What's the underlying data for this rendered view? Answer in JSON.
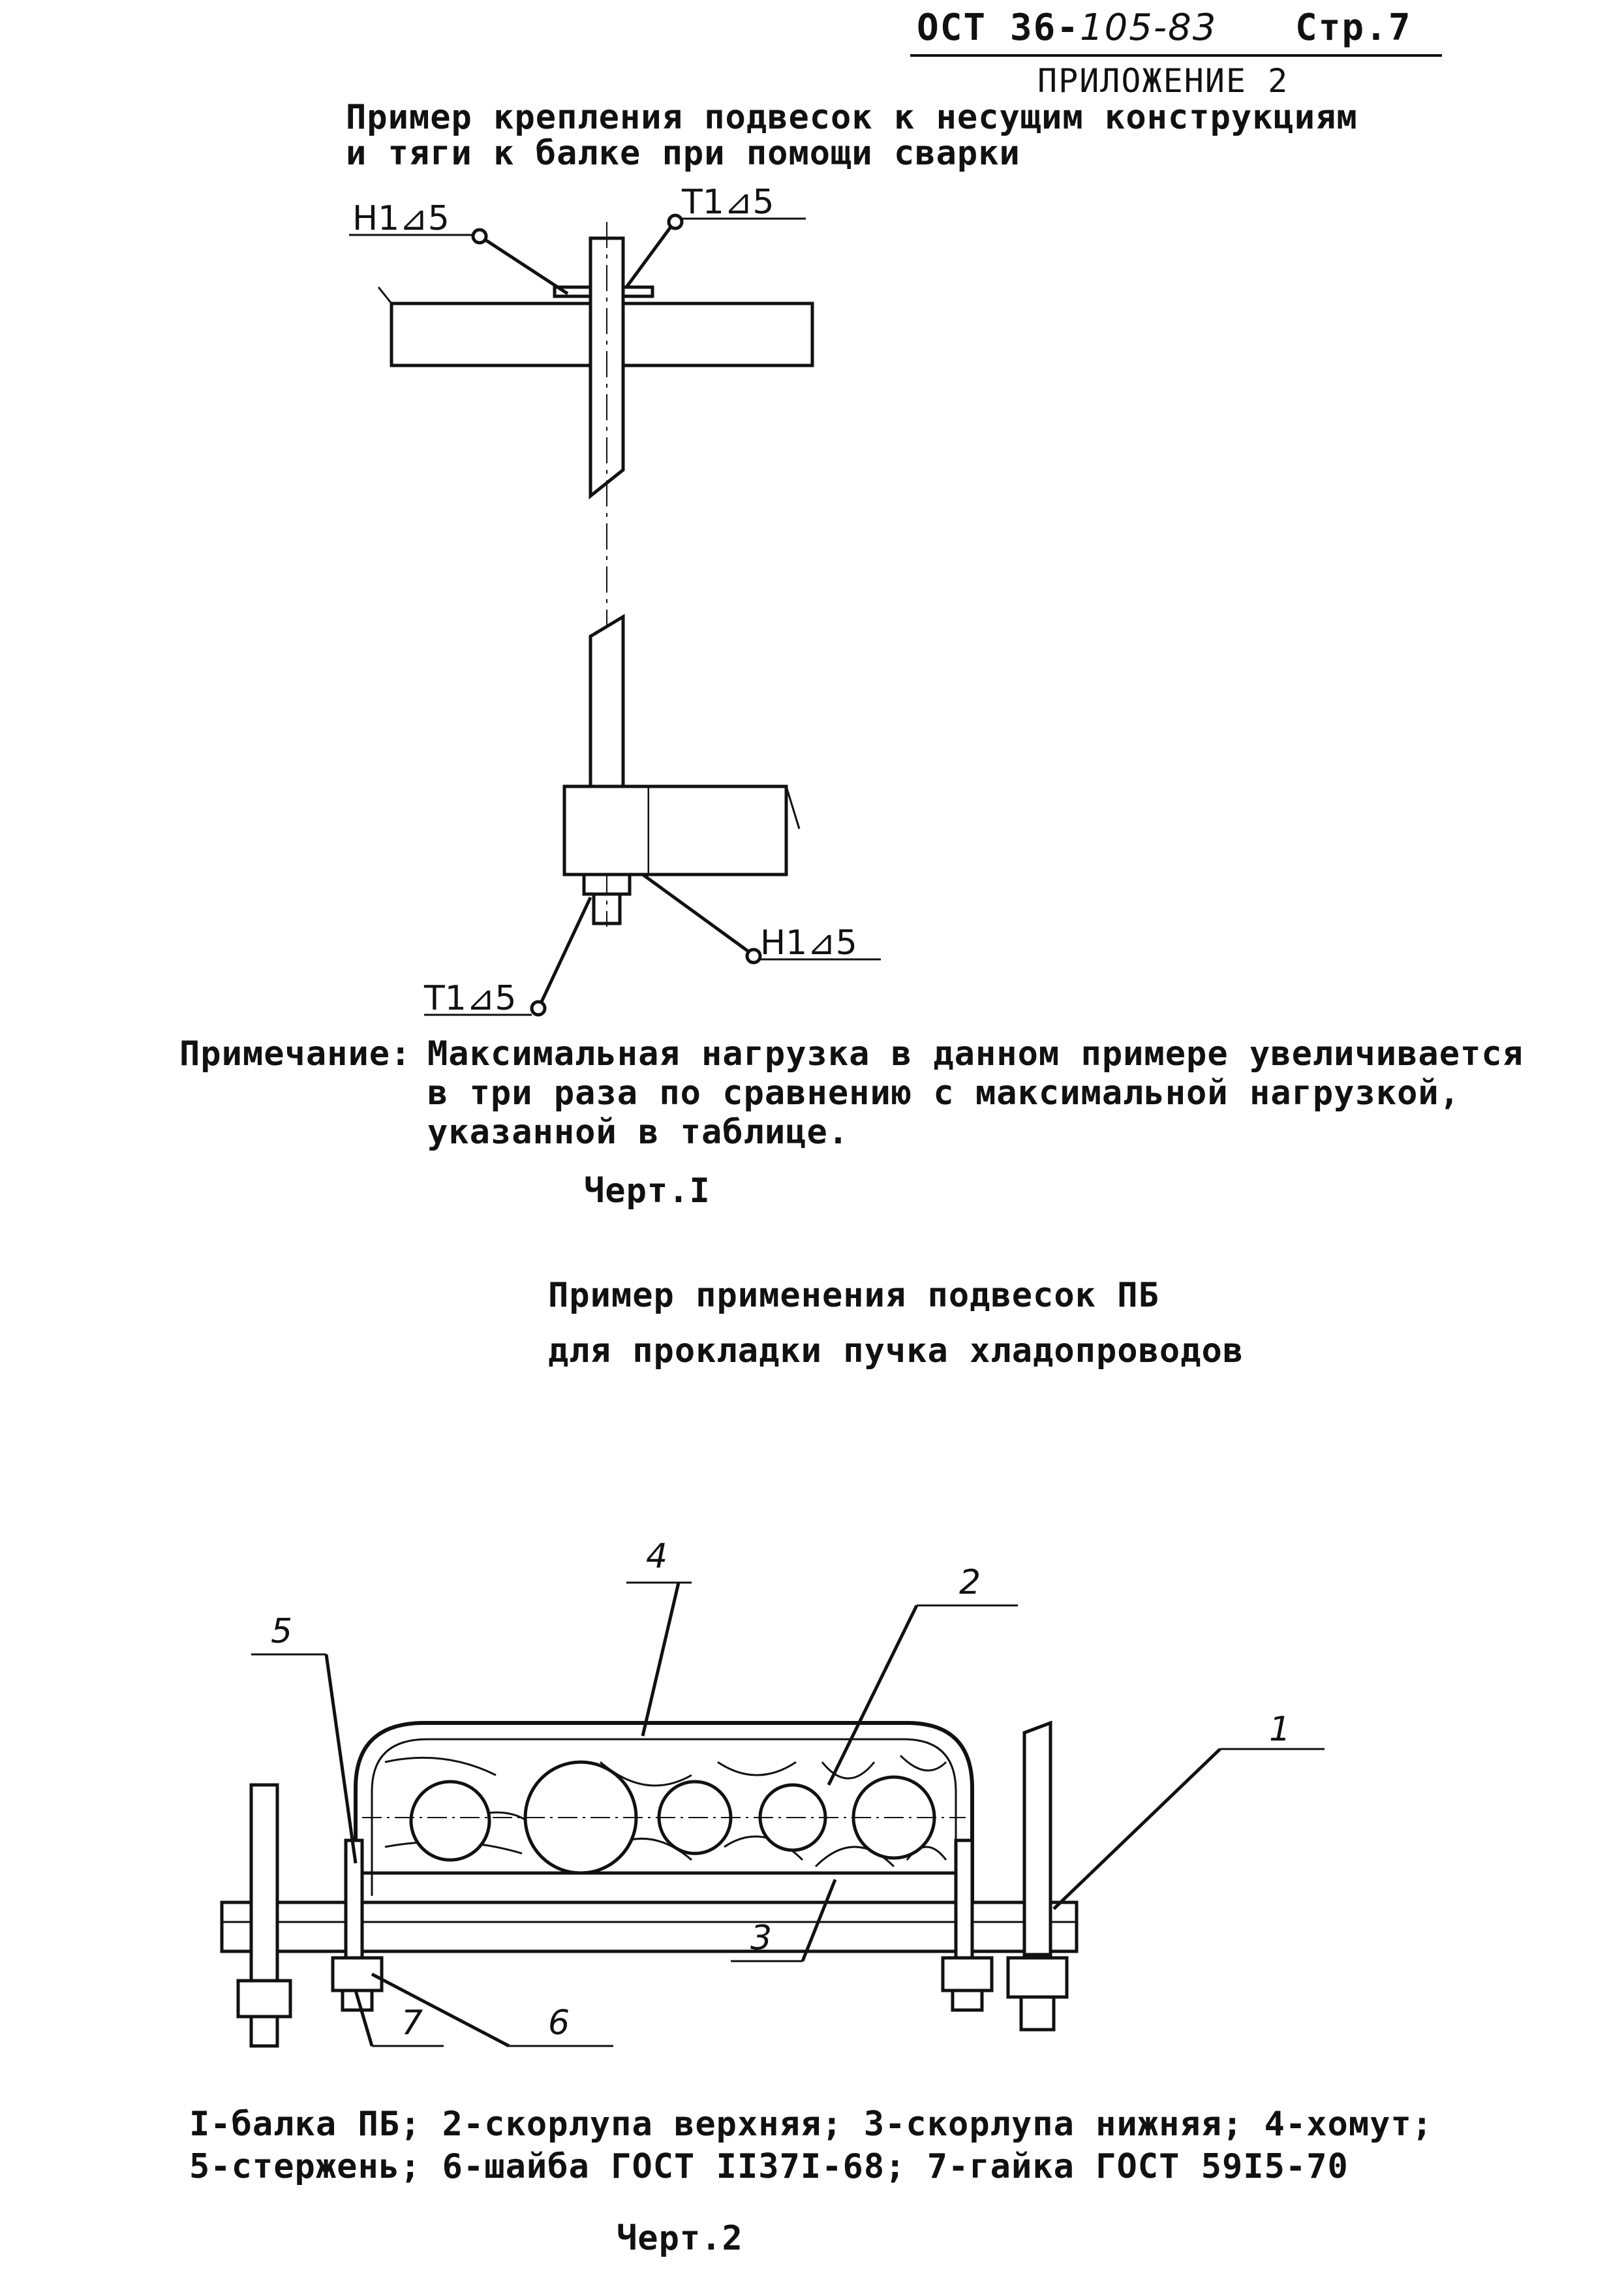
{
  "header": {
    "standard": "ОСТ 36-",
    "standard_handwritten": "105-83",
    "page_label": "Стр.",
    "page_number": "7",
    "appendix": "ПРИЛОЖЕНИЕ 2"
  },
  "figure1": {
    "title_line1": "Пример крепления подвесок к несущим конструкциям",
    "title_line2": "и тяги к балке при помощи сварки",
    "weld_labels": {
      "top_left": "Н1⊿5",
      "top_right": "Т1⊿5",
      "bottom_right": "Н1⊿5",
      "bottom_left": "Т1⊿5"
    },
    "note_label": "Примечание:",
    "note_line1": "Максимальная нагрузка в данном примере увеличивается",
    "note_line2": "в три раза по сравнению с максимальной нагрузкой,",
    "note_line3": "указанной в таблице.",
    "caption": "Черт.I"
  },
  "figure2": {
    "title_line1": "Пример применения подвесок ПБ",
    "title_line2": "для прокладки пучка хладопроводов",
    "callouts": [
      "1",
      "2",
      "3",
      "4",
      "5",
      "6",
      "7"
    ],
    "legend_line1": "I-балка ПБ; 2-скорлупа верхняя; 3-скорлупа нижняя; 4-хомут;",
    "legend_line2": "5-стержень; 6-шайба ГОСТ II37I-68; 7-гайка ГОСТ 59I5-70",
    "caption": "Черт.2"
  }
}
